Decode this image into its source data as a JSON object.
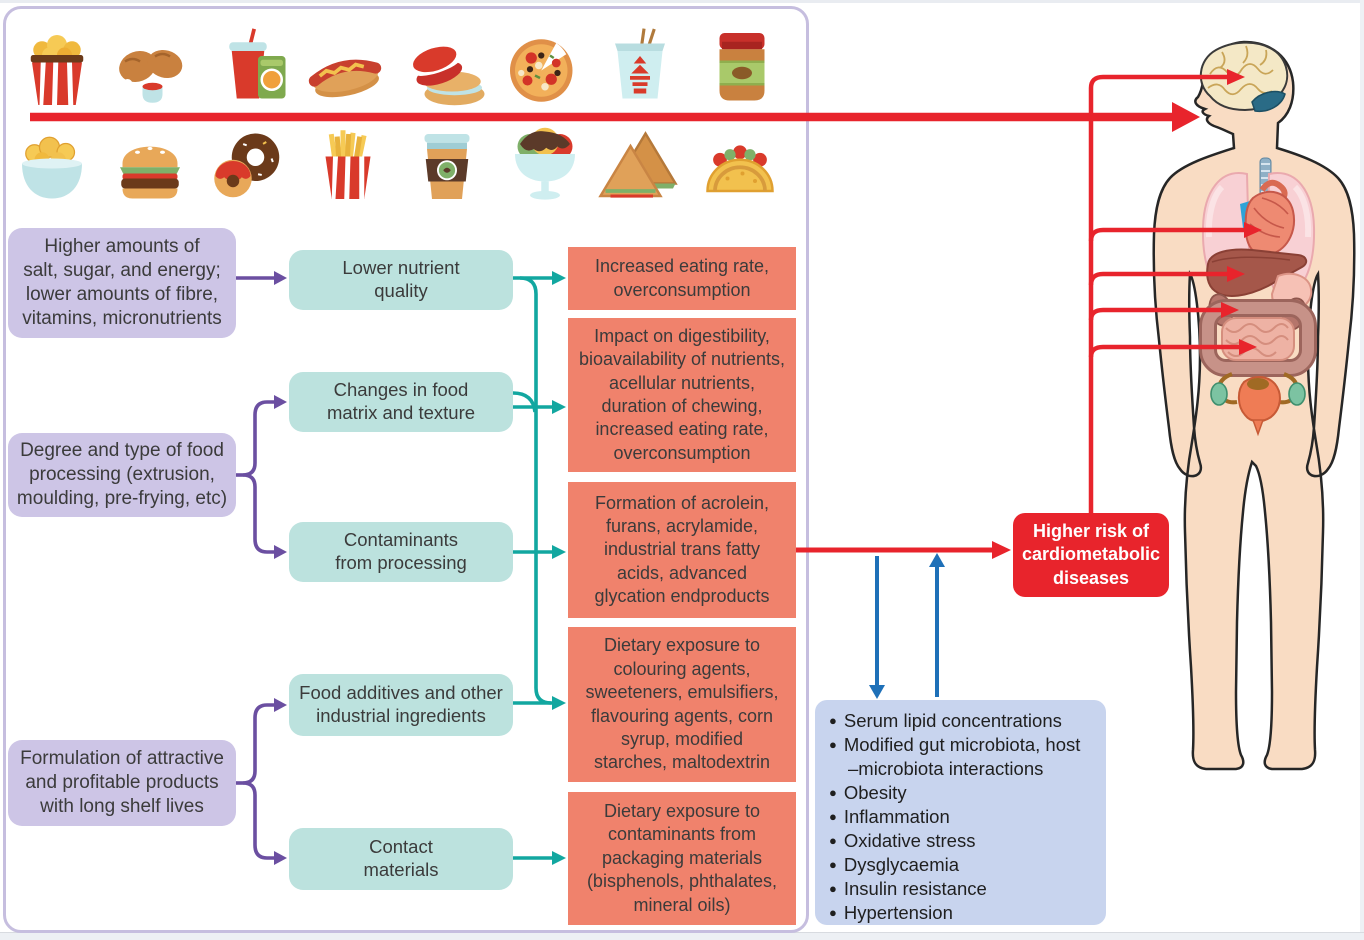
{
  "figure": {
    "description": "Mechanisms linking ultra-processed food to higher risk of cardiometabolic diseases"
  },
  "colors": {
    "panel_border": "#c6bedf",
    "driver_box": "#cdc5e6",
    "mechanism_box": "#bce2de",
    "effect_box": "#f0826c",
    "outcome_box": "#e8242c",
    "pathway_box": "#c8d4ee",
    "purple_arrow": "#6b4fa1",
    "teal_arrow": "#12a7a0",
    "red_arrow": "#e8242c",
    "blue_arrow": "#1e70b8",
    "skin": "#f9dcc3"
  },
  "food_icons": {
    "row1": [
      "popcorn",
      "fried-chicken",
      "soft-drink-and-can",
      "hot-dog",
      "macaron-cookie",
      "pizza",
      "takeout-box",
      "peanut-butter-jar"
    ],
    "row2": [
      "nugget-bowl",
      "hamburger",
      "donuts",
      "french-fries",
      "coffee-cup",
      "ice-cream-sundae",
      "sandwich",
      "taco"
    ]
  },
  "drivers": {
    "nutrient": "Higher amounts of\nsalt, sugar, and energy;\nlower amounts of fibre,\nvitamins, micronutrients",
    "processing": "Degree and type of food\nprocessing (extrusion,\nmoulding, pre-frying, etc)",
    "formulation": "Formulation of attractive\nand profitable products\nwith long shelf lives"
  },
  "mechanisms": {
    "lower_nutrient_quality": "Lower nutrient\nquality",
    "matrix_texture": "Changes in food\nmatrix and texture",
    "contaminants": "Contaminants\nfrom processing",
    "additives": "Food additives and other\nindustrial ingredients",
    "contact_materials": "Contact\nmaterials"
  },
  "effects": {
    "eating_rate": "Increased eating rate,\noverconsumption",
    "digestibility": "Impact on digestibility,\nbioavailability of nutrients,\nacellular nutrients,\nduration of chewing,\nincreased eating rate,\noverconsumption",
    "formation": "Formation of acrolein,\nfurans, acrylamide,\nindustrial trans fatty\nacids, advanced\nglycation endproducts",
    "dietary_additives": "Dietary exposure to\ncolouring agents,\nsweeteners, emulsifiers,\nflavouring agents, corn\nsyrup, modified\nstarches, maltodextrin",
    "packaging": "Dietary exposure to\ncontaminants from\npackaging materials\n(bisphenols, phthalates,\nmineral oils)"
  },
  "outcome": {
    "label": "Higher risk of\ncardiometabolic\ndiseases"
  },
  "pathways": {
    "items": [
      "Serum lipid concentrations",
      "Modified gut microbiota, host\n–microbiota interactions",
      "Obesity",
      "Inflammation",
      "Oxidative stress",
      "Dysglycaemia",
      "Insulin resistance",
      "Hypertension"
    ]
  },
  "body": {
    "organ_targets": [
      "brain",
      "mouth",
      "heart",
      "liver",
      "kidneys",
      "intestines"
    ]
  }
}
